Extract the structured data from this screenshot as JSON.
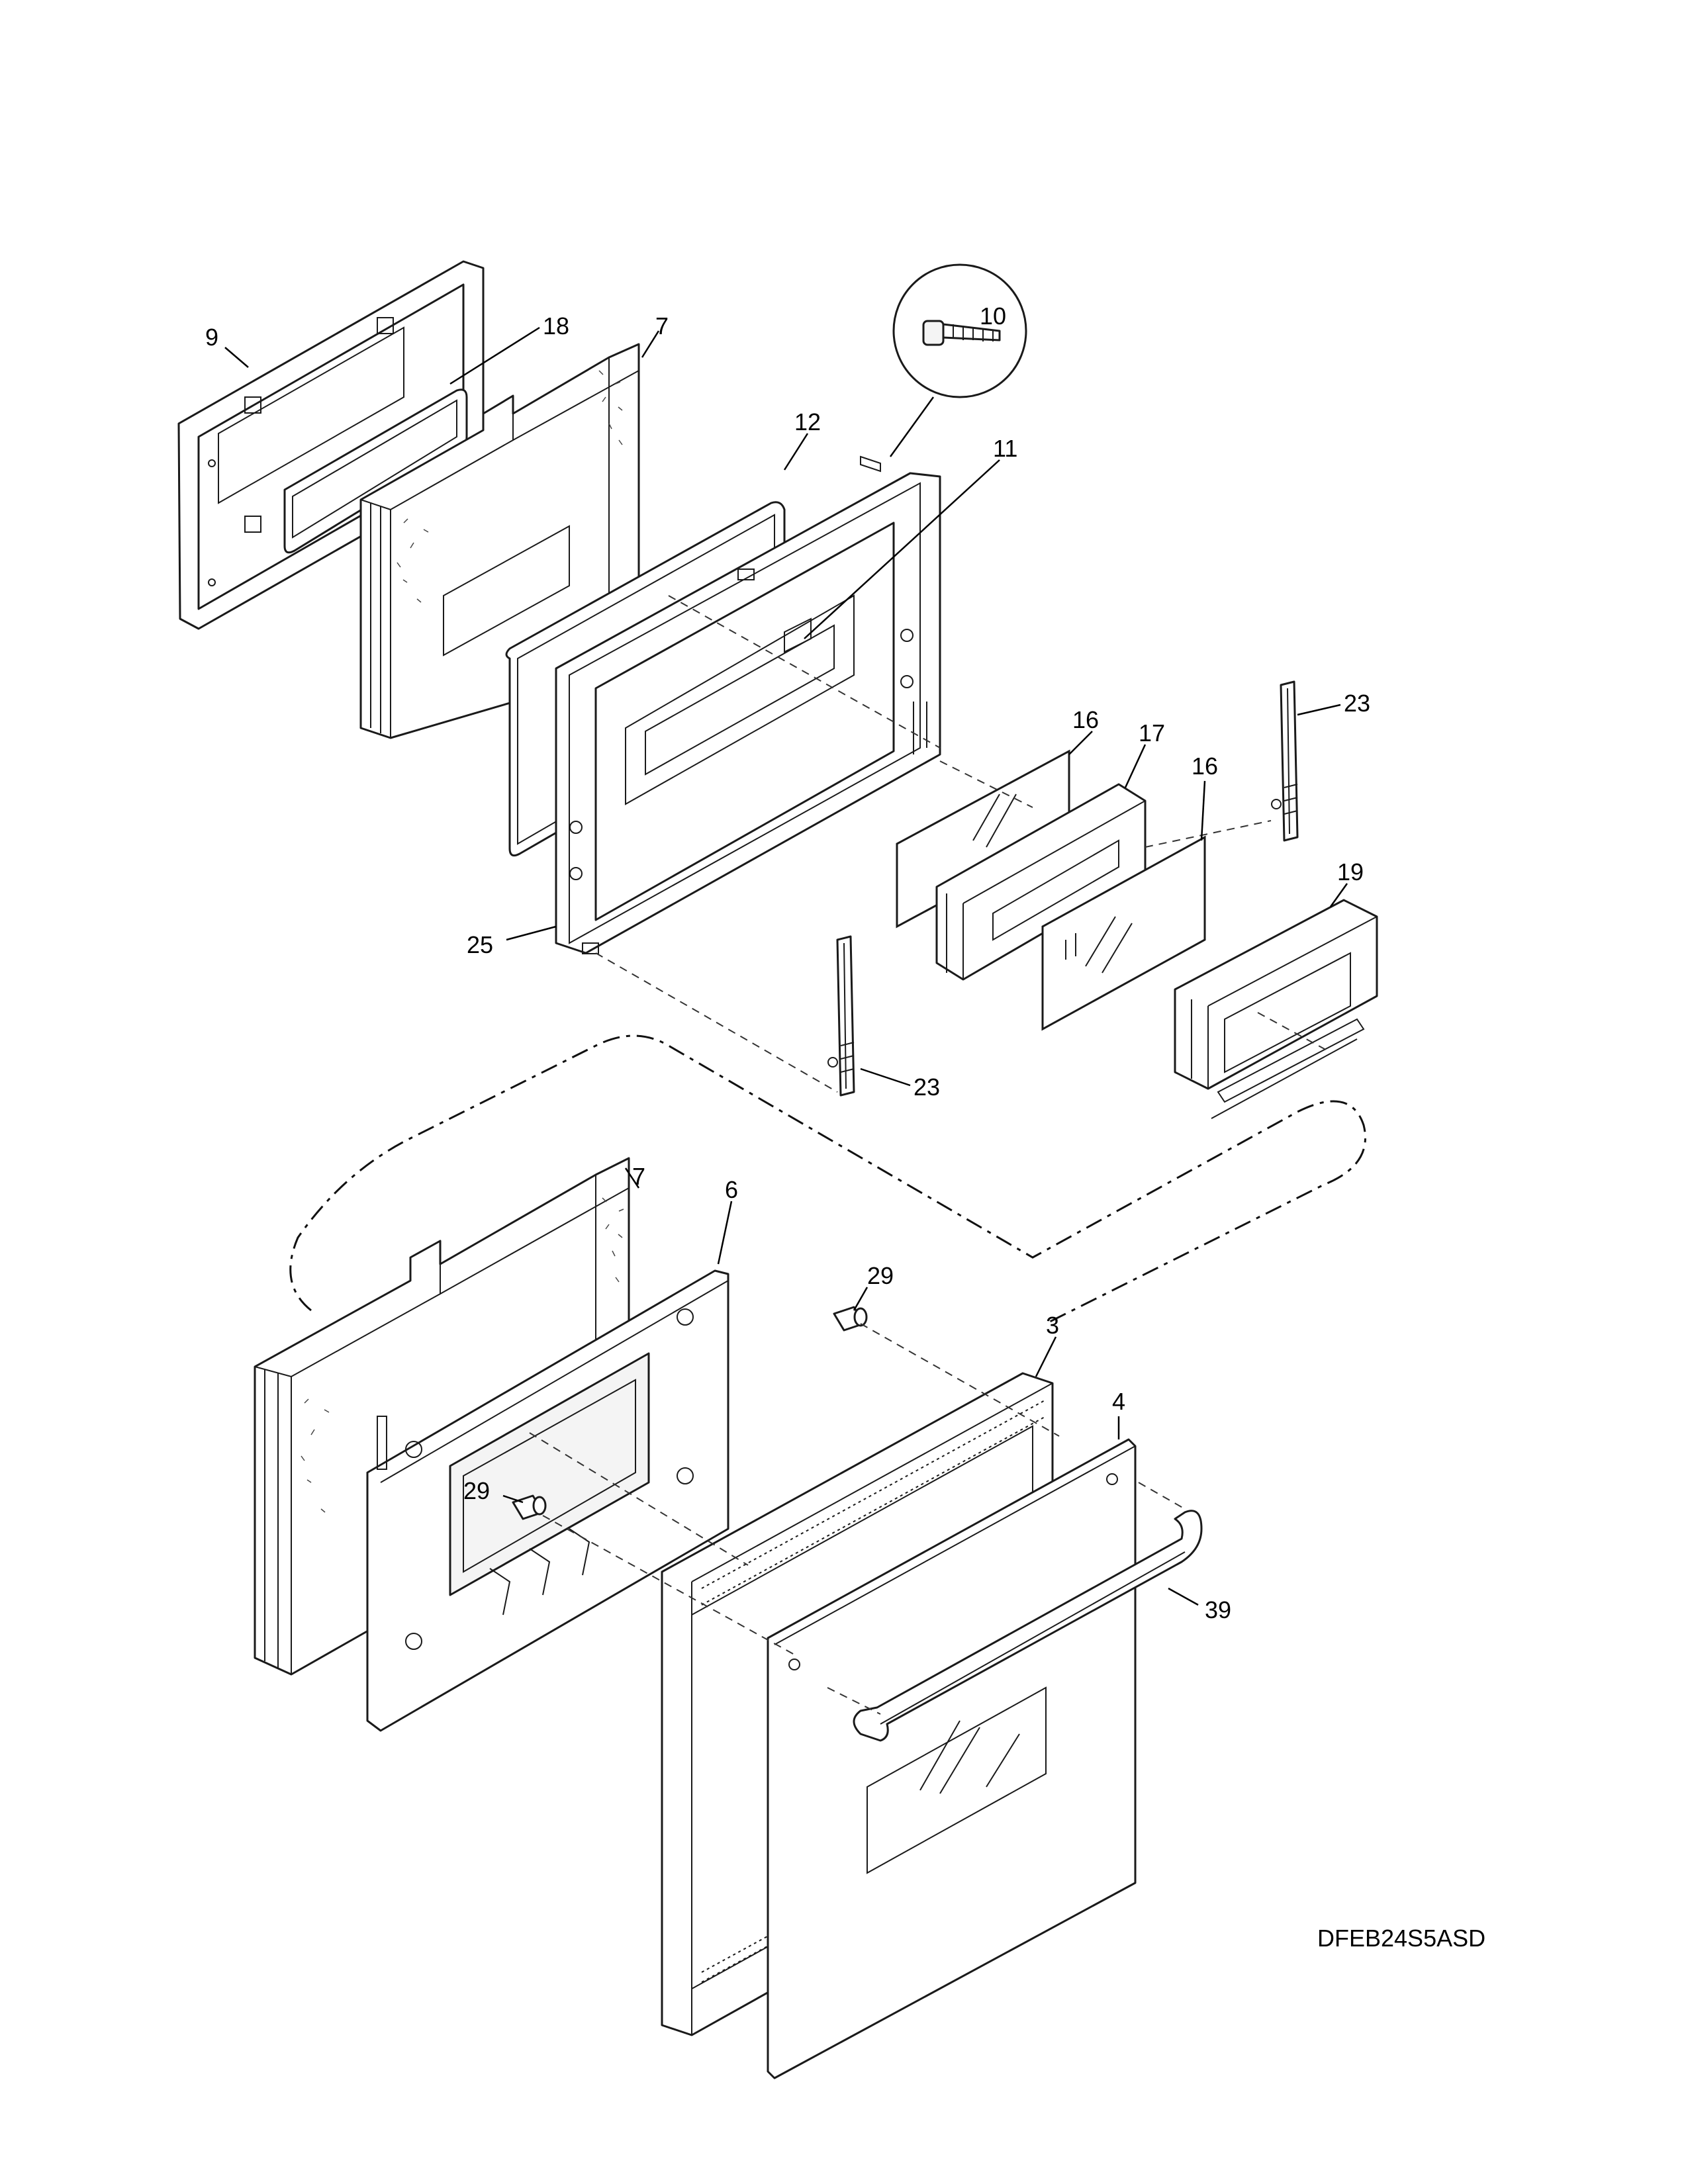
{
  "diagram": {
    "model_code": "DFEB24S5ASD",
    "callouts": [
      "9",
      "18",
      "7",
      "10",
      "12",
      "11",
      "16",
      "17",
      "16",
      "23",
      "19",
      "25",
      "23",
      "7",
      "6",
      "29",
      "3",
      "4",
      "29",
      "39"
    ]
  }
}
